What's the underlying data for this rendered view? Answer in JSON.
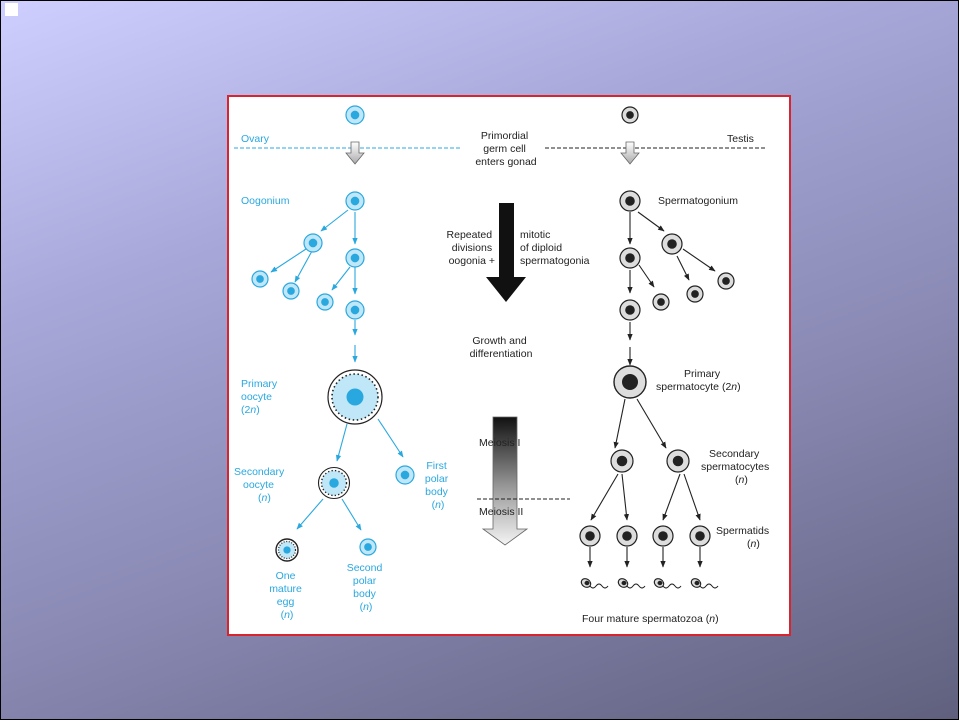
{
  "colors": {
    "female": "#29a8e0",
    "male": "#222222",
    "frame": "#d8242f"
  },
  "labels": {
    "ovary": "Ovary",
    "testis": "Testis",
    "primordial": [
      "Primordial",
      "germ cell",
      "enters gonad"
    ],
    "oogonium": "Oogonium",
    "spermatogonium": "Spermatogonium",
    "repeated_left": [
      "Repeated",
      "divisions",
      "oogonia +"
    ],
    "repeated_right": [
      "mitotic",
      "of diploid",
      "spermatogonia"
    ],
    "growth": [
      "Growth and",
      "differentiation"
    ],
    "primary_oocyte": [
      "Primary",
      "oocyte",
      "(2",
      "n",
      ")"
    ],
    "primary_spermatocyte": [
      "Primary",
      "spermatocyte (2",
      "n",
      ")"
    ],
    "meiosis1": "Meiosis I",
    "meiosis2": "Meiosis II",
    "secondary_oocyte": [
      "Secondary",
      "oocyte",
      "(",
      "n",
      ")"
    ],
    "first_polar": [
      "First",
      "polar",
      "body",
      "(",
      "n",
      ")"
    ],
    "secondary_spermatocytes": [
      "Secondary",
      "spermatocytes",
      "(",
      "n",
      ")"
    ],
    "spermatids": [
      "Spermatids",
      "(",
      "n",
      ")"
    ],
    "mature_egg": [
      "One",
      "mature",
      "egg",
      "(",
      "n",
      ")"
    ],
    "second_polar": [
      "Second",
      "polar",
      "body",
      "(",
      "n",
      ")"
    ],
    "four_mature": [
      "Four mature spermatozoa (",
      "n",
      ")"
    ]
  }
}
